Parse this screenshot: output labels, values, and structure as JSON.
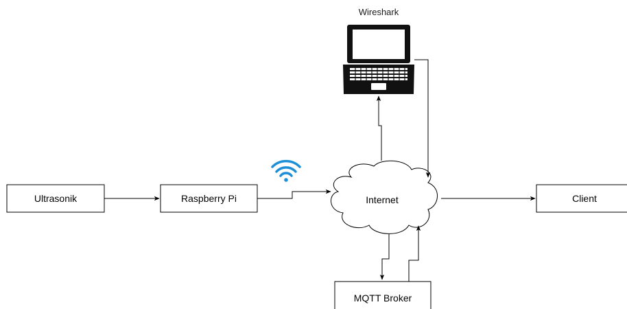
{
  "nodes": {
    "ultrasonik": {
      "label": "Ultrasonik"
    },
    "raspberry_pi": {
      "label": "Raspberry Pi"
    },
    "internet": {
      "label": "Internet"
    },
    "client": {
      "label": "Client"
    },
    "mqtt_broker": {
      "label": "MQTT Broker"
    },
    "wireshark": {
      "label": "Wireshark"
    }
  },
  "edges": [
    {
      "from": "ultrasonik",
      "to": "raspberry_pi"
    },
    {
      "from": "raspberry_pi",
      "to": "internet"
    },
    {
      "from": "internet",
      "to": "client"
    },
    {
      "from": "internet",
      "to": "wireshark"
    },
    {
      "from": "wireshark",
      "to": "internet"
    },
    {
      "from": "internet",
      "to": "mqtt_broker"
    },
    {
      "from": "mqtt_broker",
      "to": "internet"
    }
  ],
  "icons": {
    "wifi": "wifi-icon",
    "laptop": "laptop-icon"
  },
  "colors": {
    "stroke": "#000000",
    "cloud_fill": "#ffffff",
    "wifi": "#1d8fd8"
  }
}
